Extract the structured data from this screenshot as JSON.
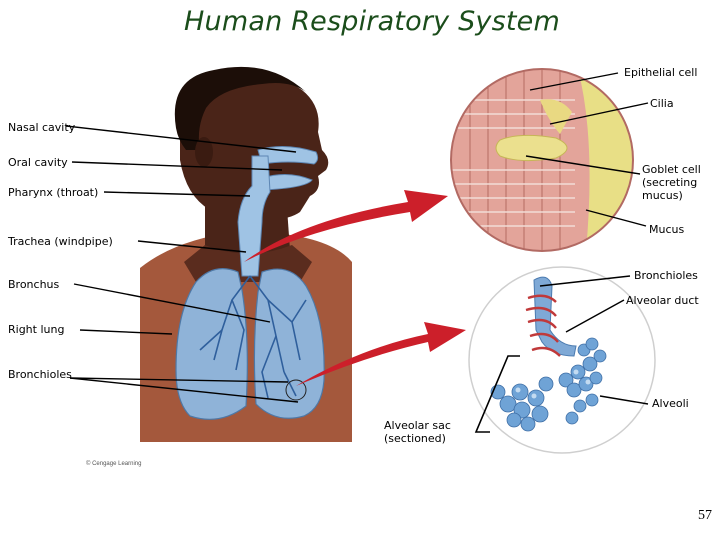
{
  "title": "Human Respiratory System",
  "copyright": "© Cengage Learning",
  "page_number": "57",
  "labels": {
    "epithelial_cell": "Epithelial cell",
    "cilia": "Cilia",
    "nasal_cavity": "Nasal cavity",
    "oral_cavity": "Oral cavity",
    "goblet_cell": [
      "Goblet cell",
      "(secreting",
      "mucus)"
    ],
    "pharynx": "Pharynx (throat)",
    "mucus": "Mucus",
    "trachea": "Trachea (windpipe)",
    "bronchioles_right": "Bronchioles",
    "bronchus": "Bronchus",
    "alveolar_duct": "Alveolar duct",
    "right_lung": "Right lung",
    "bronchioles_left": "Bronchioles",
    "alveoli": "Alveoli",
    "alveolar_sac": [
      "Alveolar sac",
      "(sectioned)"
    ]
  },
  "colors": {
    "title": "#1b4d1b",
    "skin": "#4a2418",
    "shirt": "#a4583c",
    "airway": "#9fc3e4",
    "lung": "#8fb3d8",
    "arrow": "#cc1f2a",
    "mucus": "#e8df86",
    "tissue": "#d98f86",
    "alveolus": "#6fa3d6"
  }
}
